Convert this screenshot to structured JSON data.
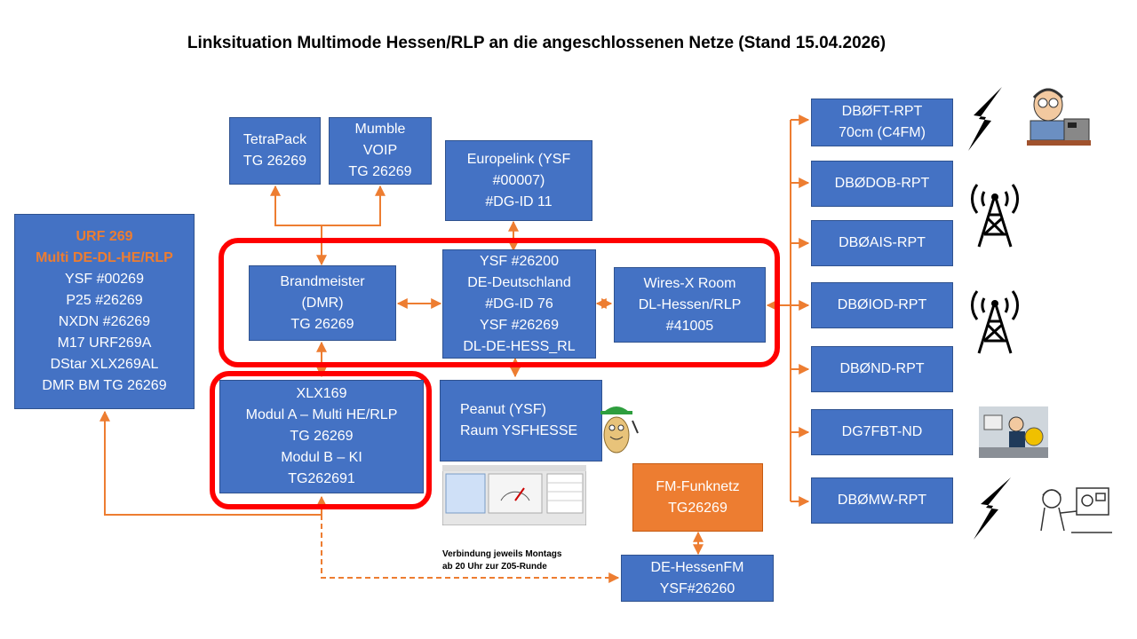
{
  "title": "Linksituation Multimode Hessen/RLP an die angeschlossenen Netze (Stand 15.04.2026)",
  "urf": {
    "head1": "URF 269",
    "head2": "Multi DE-DL-HE/RLP",
    "lines": [
      "YSF #00269",
      "P25 #26269",
      "NXDN #26269",
      "M17 URF269A",
      "DStar XLX269AL",
      "DMR BM TG 26269"
    ]
  },
  "tetrapack": [
    "TetraPack",
    "TG 26269"
  ],
  "mumble": [
    "Mumble",
    "VOIP",
    "TG 26269"
  ],
  "europelink": [
    "Europelink (YSF",
    "#00007)",
    "#DG-ID 11"
  ],
  "brandmeister": [
    "Brandmeister",
    "(DMR)",
    "TG 26269"
  ],
  "ysf": [
    "YSF #26200",
    "DE-Deutschland",
    "#DG-ID 76",
    "YSF #26269",
    "DL-DE-HESS_RL"
  ],
  "wiresx": [
    "Wires-X Room",
    "DL-Hessen/RLP",
    "#41005"
  ],
  "xlx": [
    "XLX169",
    "Modul A – Multi HE/RLP",
    "TG 26269",
    "Modul B – KI",
    "TG262691"
  ],
  "peanut": [
    "Peanut (YSF)",
    "Raum YSFHESSE"
  ],
  "fm": [
    "FM-Funknetz",
    "TG26269"
  ],
  "hessenfm": [
    "DE-HessenFM",
    "YSF#26260"
  ],
  "note": [
    "Verbindung jeweils Montags",
    "ab 20 Uhr zur Z05-Runde"
  ],
  "repeaters": [
    [
      "DBØFT-RPT",
      "70cm (C4FM)"
    ],
    [
      "DBØDOB-RPT"
    ],
    [
      "DBØAIS-RPT"
    ],
    [
      "DBØIOD-RPT"
    ],
    [
      "DBØND-RPT"
    ],
    [
      "DG7FBT-ND"
    ],
    [
      "DBØMW-RPT"
    ]
  ],
  "colors": {
    "box": "#4472c4",
    "orange": "#ed7d31",
    "frame": "#ff0000"
  },
  "icons": [
    "lightning-icon",
    "radio-operator-icon",
    "antenna-tower-icon",
    "antenna-tower-icon",
    "computer-user-icon",
    "lightning-icon",
    "radio-operator-cartoon-icon",
    "peanut-mascot-icon",
    "software-screenshot-icon"
  ]
}
